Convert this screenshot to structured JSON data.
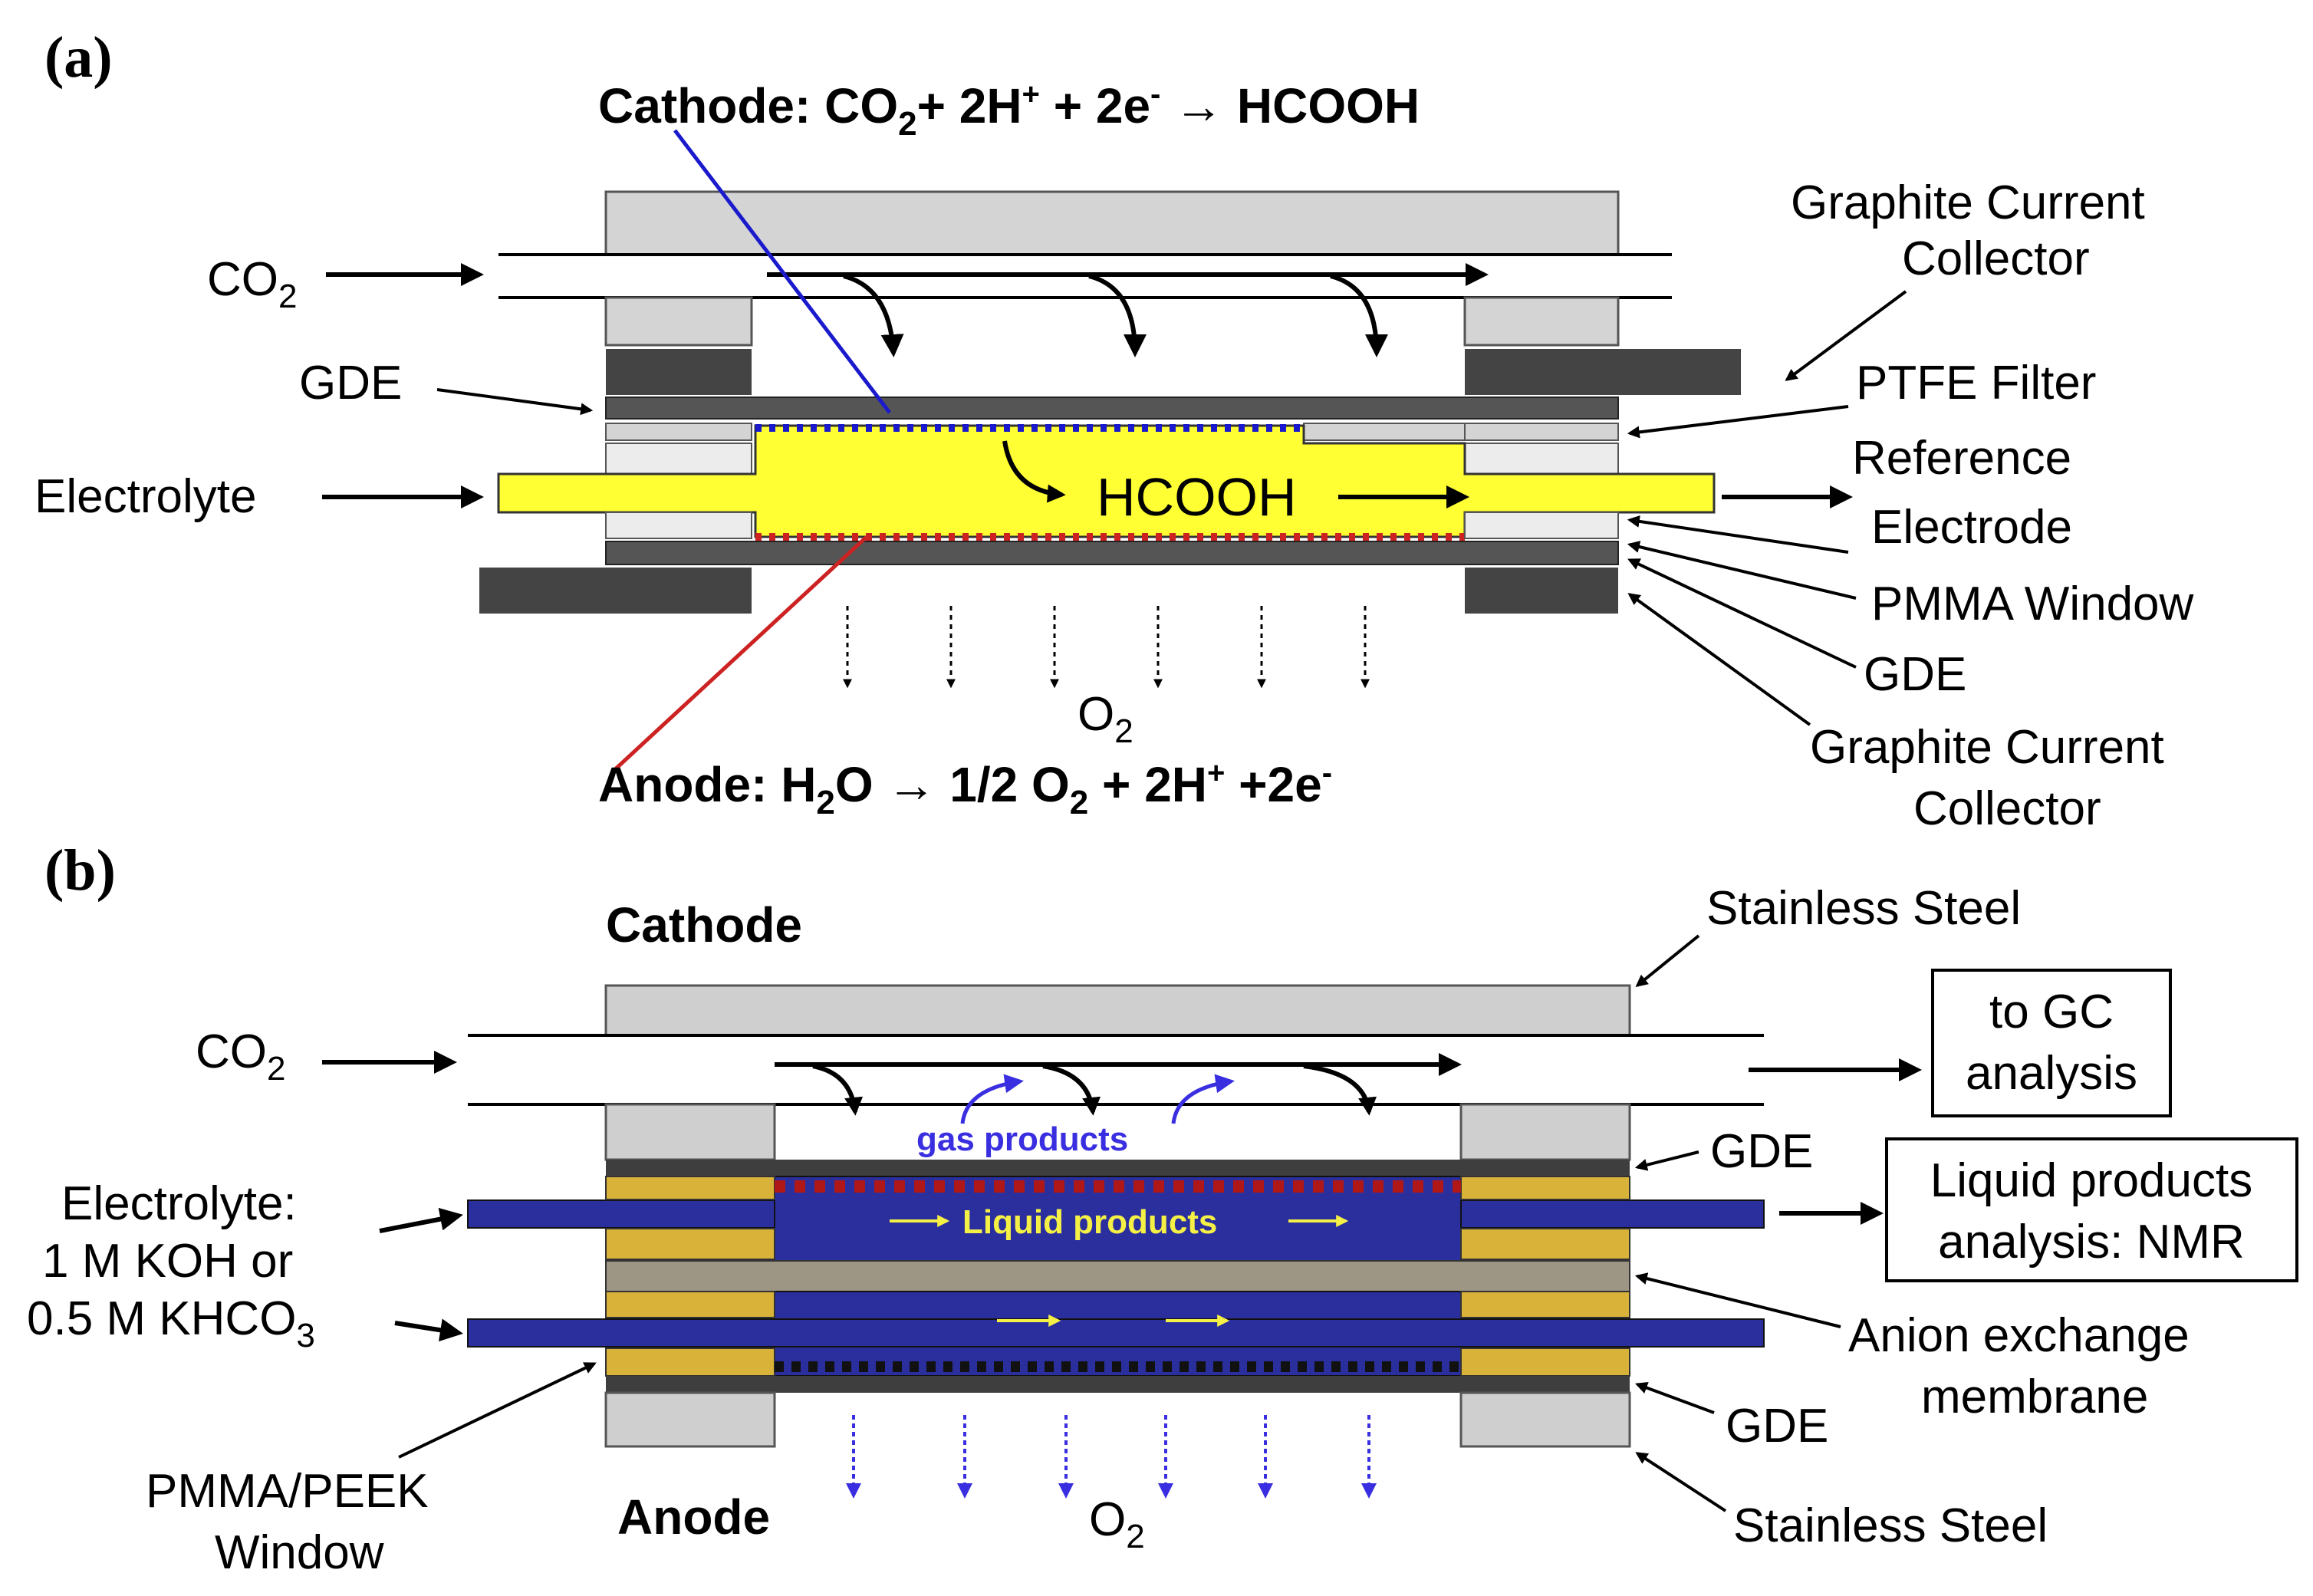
{
  "panel_a": {
    "label": "(a)",
    "cathode_eq": {
      "main": "Cathode: CO",
      "sub": "2",
      "rest1": "+ 2H",
      "sup1": "+",
      "rest2": " + 2e",
      "sup2": "-",
      "rest3": " → HCOOH"
    },
    "anode_eq": {
      "main": "Anode: H",
      "sub1": "2",
      "rest1": "O → 1/2 O",
      "sub2": "2",
      "rest2": " + 2H",
      "sup1": "+",
      "rest3": " +2e",
      "sup2": "-"
    },
    "co2_inlet": {
      "text": "CO",
      "sub": "2"
    },
    "gde_left": "GDE",
    "electrolyte": "Electrolyte",
    "product": "HCOOH",
    "o2": {
      "text": "O",
      "sub": "2"
    },
    "right_labels": {
      "graphite_top_1": "Graphite Current",
      "graphite_top_2": "Collector",
      "ptfe": "PTFE Filter",
      "reference_1": "Reference",
      "reference_2": "Electrode",
      "pmma": "PMMA Window",
      "gde": "GDE",
      "graphite_bottom_1": "Graphite Current",
      "graphite_bottom_2": "Collector"
    },
    "colors": {
      "electrolyte": "#ffff33",
      "cathode_line": "#1a1acc",
      "anode_line": "#cc2222",
      "graphite": "#444444",
      "housing": "#d4d4d4"
    }
  },
  "panel_b": {
    "label": "(b)",
    "cathode": "Cathode",
    "anode": "Anode",
    "co2_inlet": {
      "text": "CO",
      "sub": "2"
    },
    "gas_products": "gas products",
    "liquid_products": "Liquid products",
    "o2": {
      "text": "O",
      "sub": "2"
    },
    "electrolyte_1": "Electrolyte:",
    "electrolyte_2": "1 M KOH or",
    "electrolyte_3": {
      "text": "0.5 M KHCO",
      "sub": "3"
    },
    "window_1": "PMMA/PEEK",
    "window_2": "Window",
    "stainless_top": "Stainless Steel",
    "stainless_bottom": "Stainless Steel",
    "gde_top": "GDE",
    "gde_bottom": "GDE",
    "membrane_1": "Anion  exchange",
    "membrane_2": "membrane",
    "gc_box_1": "to GC",
    "gc_box_2": "analysis",
    "nmr_box_1": "Liquid products",
    "nmr_box_2": "analysis: NMR",
    "colors": {
      "electrolyte": "#2b2f9e",
      "gasket": "#d9b23a",
      "membrane": "#9e9684",
      "arrow_blue": "#3a2fe0",
      "text_yellow": "#f5f045",
      "dots_red": "#b01818"
    }
  }
}
